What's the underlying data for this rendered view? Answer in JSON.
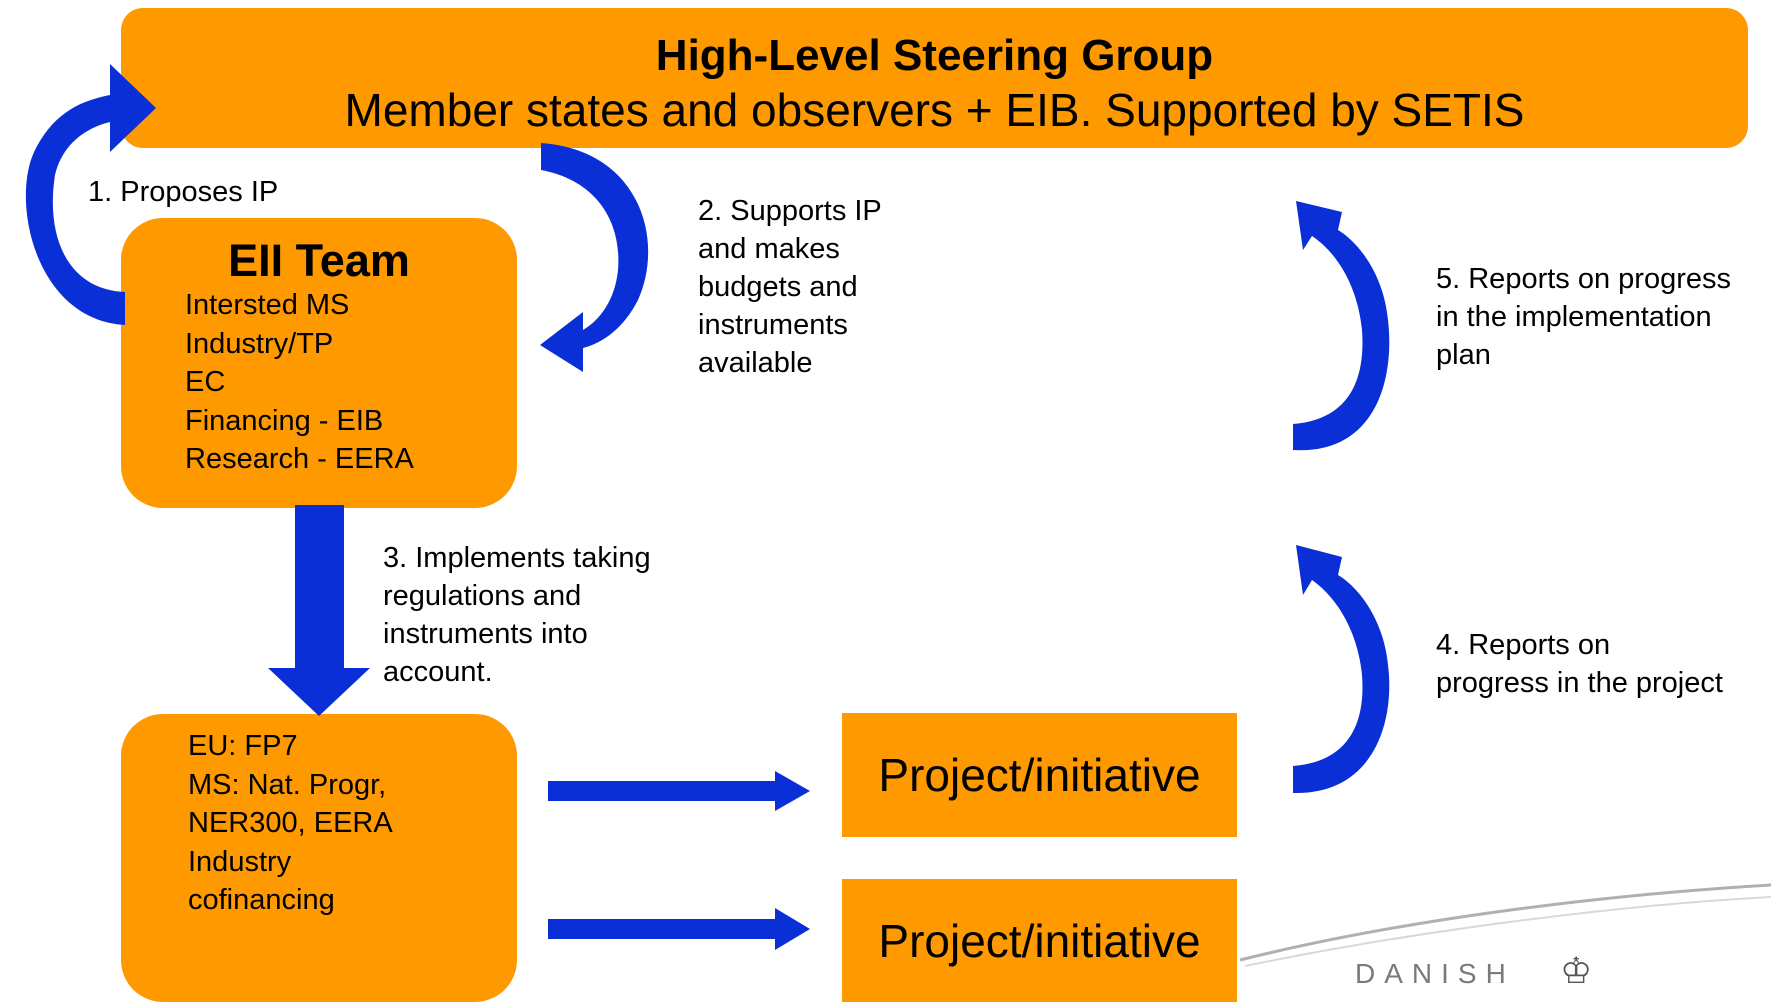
{
  "steering": {
    "title": "High-Level Steering Group",
    "subtitle": "Member states and observers + EIB. Supported by SETIS"
  },
  "eii": {
    "title": "EII Team",
    "members": [
      "Intersted MS",
      "Industry/TP",
      "EC",
      "Financing - EIB",
      "Research -  EERA"
    ]
  },
  "funding": {
    "lines": [
      "EU: FP7",
      "MS: Nat. Progr,",
      "NER300, EERA",
      "Industry",
      "cofinancing"
    ]
  },
  "projects": [
    "Project/initiative",
    "Project/initiative"
  ],
  "labels": {
    "step1": [
      "1. Proposes IP"
    ],
    "step2": [
      "2. Supports IP",
      "and makes",
      "budgets and",
      "instruments",
      "available"
    ],
    "step3": [
      "3. Implements taking",
      "regulations and",
      "instruments into",
      "account."
    ],
    "step4": [
      "4. Reports on",
      "progress in the project"
    ],
    "step5": [
      "5. Reports on progress",
      "in the implementation",
      "plan"
    ]
  },
  "logo": {
    "text": "DANISH"
  },
  "colors": {
    "box": "#ff9900",
    "arrow": "#0a2fd6"
  }
}
